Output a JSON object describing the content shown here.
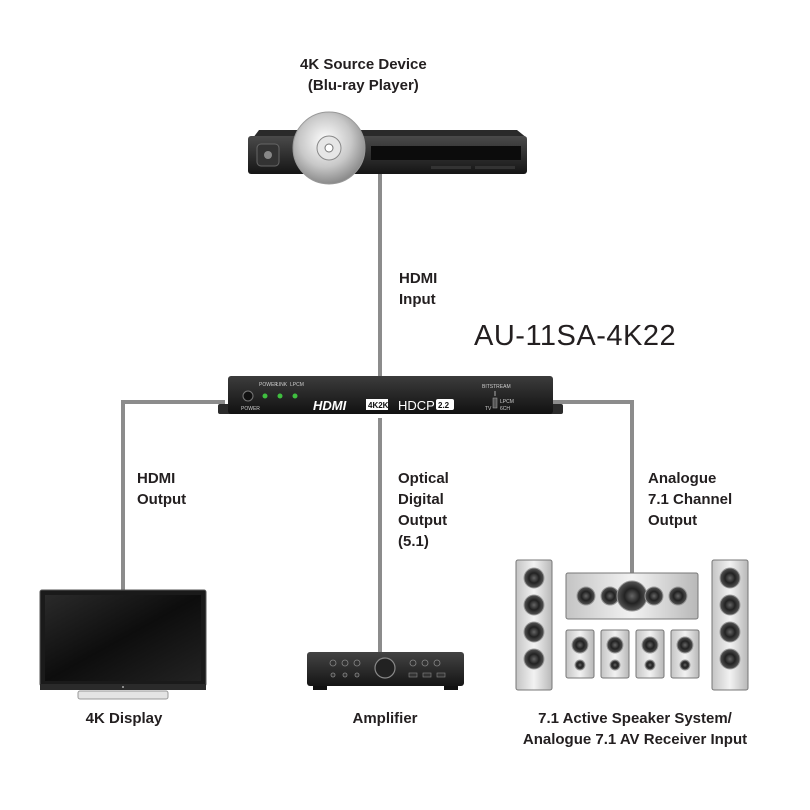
{
  "source": {
    "line1": "4K Source Device",
    "line2": "(Blu-ray Player)"
  },
  "links": {
    "hdmi_input": [
      "HDMI",
      "Input"
    ],
    "hdmi_output": [
      "HDMI",
      "Output"
    ],
    "optical_output": [
      "Optical",
      "Digital",
      "Output",
      "(5.1)"
    ],
    "analogue_output": [
      "Analogue",
      "7.1 Channel",
      "Output"
    ]
  },
  "model": "AU-11SA-4K22",
  "panel": {
    "power_led": "POWER",
    "link_led": "LINK",
    "lpcm_led": "LPCM",
    "power_button": "POWER",
    "hdmi_logo": "HDMI",
    "badge_4k2k": "4K2K",
    "hdcp": "HDCP",
    "hdcp_ver": "2.2",
    "bitstream": "BITSTREAM",
    "tv": "TV",
    "lpcm_sw": "LPCM",
    "6ch": "6CH"
  },
  "devices": {
    "display": "4K Display",
    "amplifier": "Amplifier",
    "speakers_line1": "7.1 Active Speaker System/",
    "speakers_line2": "Analogue 7.1 AV Receiver Input"
  },
  "colors": {
    "cable": "#8c8c8c",
    "device_dark": "#1f1f1f",
    "led": "#3fbf3f"
  }
}
